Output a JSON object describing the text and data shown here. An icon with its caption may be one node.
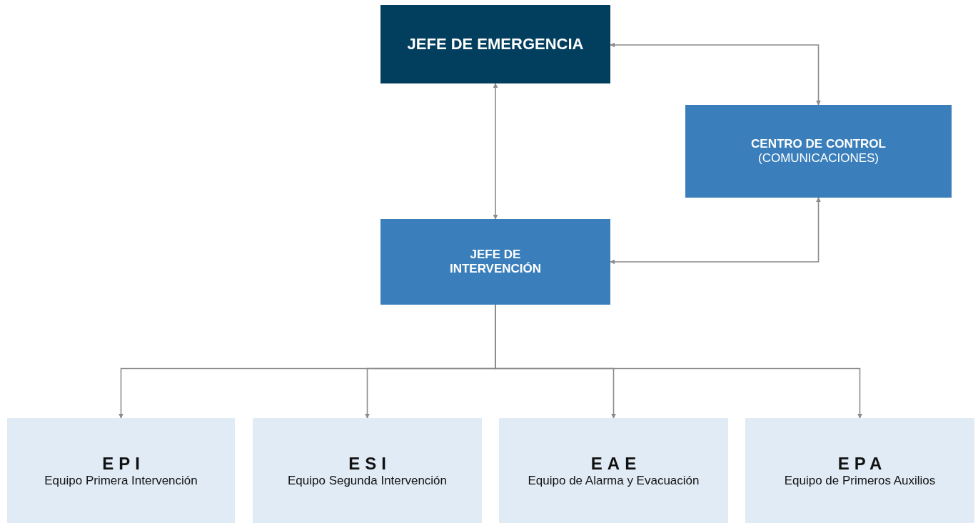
{
  "diagram": {
    "nodes": [
      {
        "text": [
          "JEFE DE EMERGENCIA"
        ]
      },
      {
        "text": [
          "CENTRO DE CONTROL",
          "(COMUNICACIONES)"
        ]
      },
      {
        "text": [
          "JEFE DE INTERVENCIÓN"
        ]
      },
      {
        "text": [
          "EPI",
          "Equipo Primera Intervención"
        ]
      },
      {
        "text": [
          "ESI",
          "Equipo Segunda Intervención"
        ]
      },
      {
        "text": [
          "EAE",
          "Equipo de Alarma y Evacuación"
        ]
      },
      {
        "text": [
          "EPA",
          "Equipo de Primeros Auxilios"
        ]
      }
    ],
    "edges": [
      {
        "from": 0,
        "to": 1,
        "arrow": "both"
      },
      {
        "from": 0,
        "to": 2,
        "arrow": "both"
      },
      {
        "from": 2,
        "to": 1,
        "arrow": "both"
      },
      {
        "from": 2,
        "to": 3,
        "arrow": "to"
      },
      {
        "from": 2,
        "to": 4,
        "arrow": "to"
      },
      {
        "from": 2,
        "to": 5,
        "arrow": "to"
      },
      {
        "from": 2,
        "to": 6,
        "arrow": "to"
      }
    ]
  }
}
